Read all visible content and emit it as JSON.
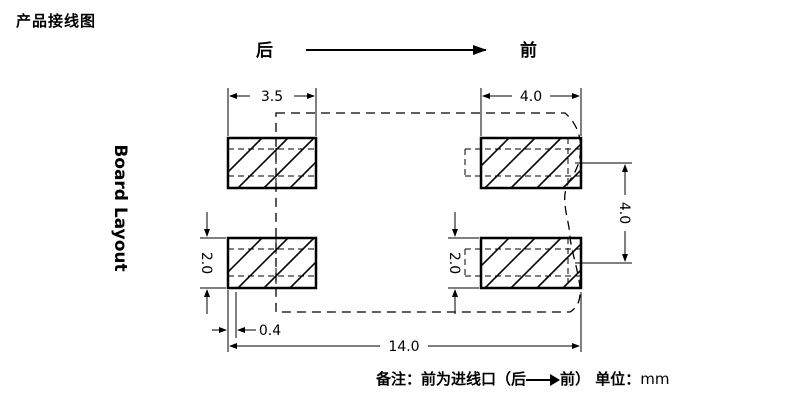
{
  "title": "产品接线图",
  "direction": {
    "back": "后",
    "front": "前"
  },
  "side_label": "Board Layout",
  "dimensions": {
    "pad_width_back": "3.5",
    "pad_width_front": "4.0",
    "pad_spacing_vertical": "4.0",
    "pad_height_left": "2.0",
    "pad_height_right": "2.0",
    "offset": "0.4",
    "overall_length": "14.0"
  },
  "note": {
    "prefix": "备注：前为进线口（后",
    "middle": "前）",
    "unit_label": "单位：",
    "unit": "mm"
  }
}
